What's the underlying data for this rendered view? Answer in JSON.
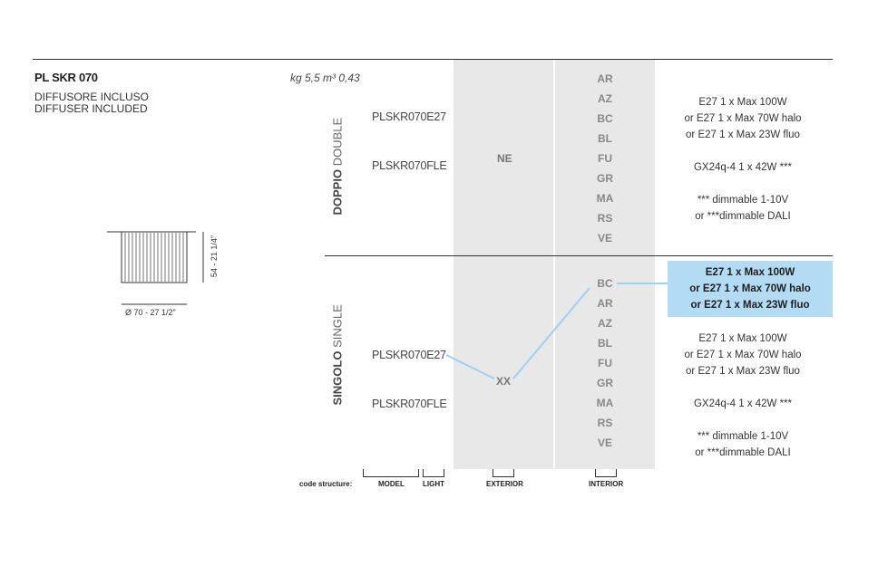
{
  "product": {
    "title": "PL SKR 070",
    "subtitle_it": "DIFFUSORE INCLUSO",
    "subtitle_en": "DIFFUSER INCLUDED",
    "weight": "kg 5,5 m³ 0,43"
  },
  "drawing": {
    "height_dim": "54 - 21 1/4\"",
    "diameter_dim": "Ø 70 - 27 1/2\""
  },
  "sections": {
    "double": {
      "label_bold": "DOPPIO",
      "label_light": "DOUBLE",
      "codes": [
        "PLSKR070E27",
        "PLSKR070FLE"
      ],
      "exterior": "NE",
      "interior": [
        "AR",
        "AZ",
        "BC",
        "BL",
        "FU",
        "GR",
        "MA",
        "RS",
        "VE"
      ],
      "specs": [
        "E27 1 x Max 100W",
        "or E27 1 x Max 70W halo",
        "or E27 1 x Max 23W fluo",
        "GX24q-4 1 x 42W ***",
        "*** dimmable 1-10V",
        "or ***dimmable DALI"
      ]
    },
    "single": {
      "label_bold": "SINGOLO",
      "label_light": "SINGLE",
      "codes": [
        "PLSKR070E27",
        "PLSKR070FLE"
      ],
      "exterior": "XX",
      "interior": [
        "BC",
        "AR",
        "AZ",
        "BL",
        "FU",
        "GR",
        "MA",
        "RS",
        "VE"
      ],
      "highlight": [
        "E27 1 x Max 100W",
        "or E27 1 x Max 70W halo",
        "or E27 1 x Max 23W fluo"
      ],
      "specs": [
        "E27 1 x Max 100W",
        "or E27 1 x Max 70W halo",
        "or E27 1 x Max 23W fluo",
        "GX24q-4 1 x 42W ***",
        "*** dimmable 1-10V",
        "or ***dimmable DALI"
      ]
    }
  },
  "code_structure": {
    "label": "code structure:",
    "model": "MODEL",
    "light": "LIGHT",
    "exterior": "EXTERIOR",
    "interior": "INTERIOR"
  },
  "colors": {
    "band": "#e8e8e8",
    "highlight": "#b3dcf4",
    "connector": "#9fd0ec"
  }
}
